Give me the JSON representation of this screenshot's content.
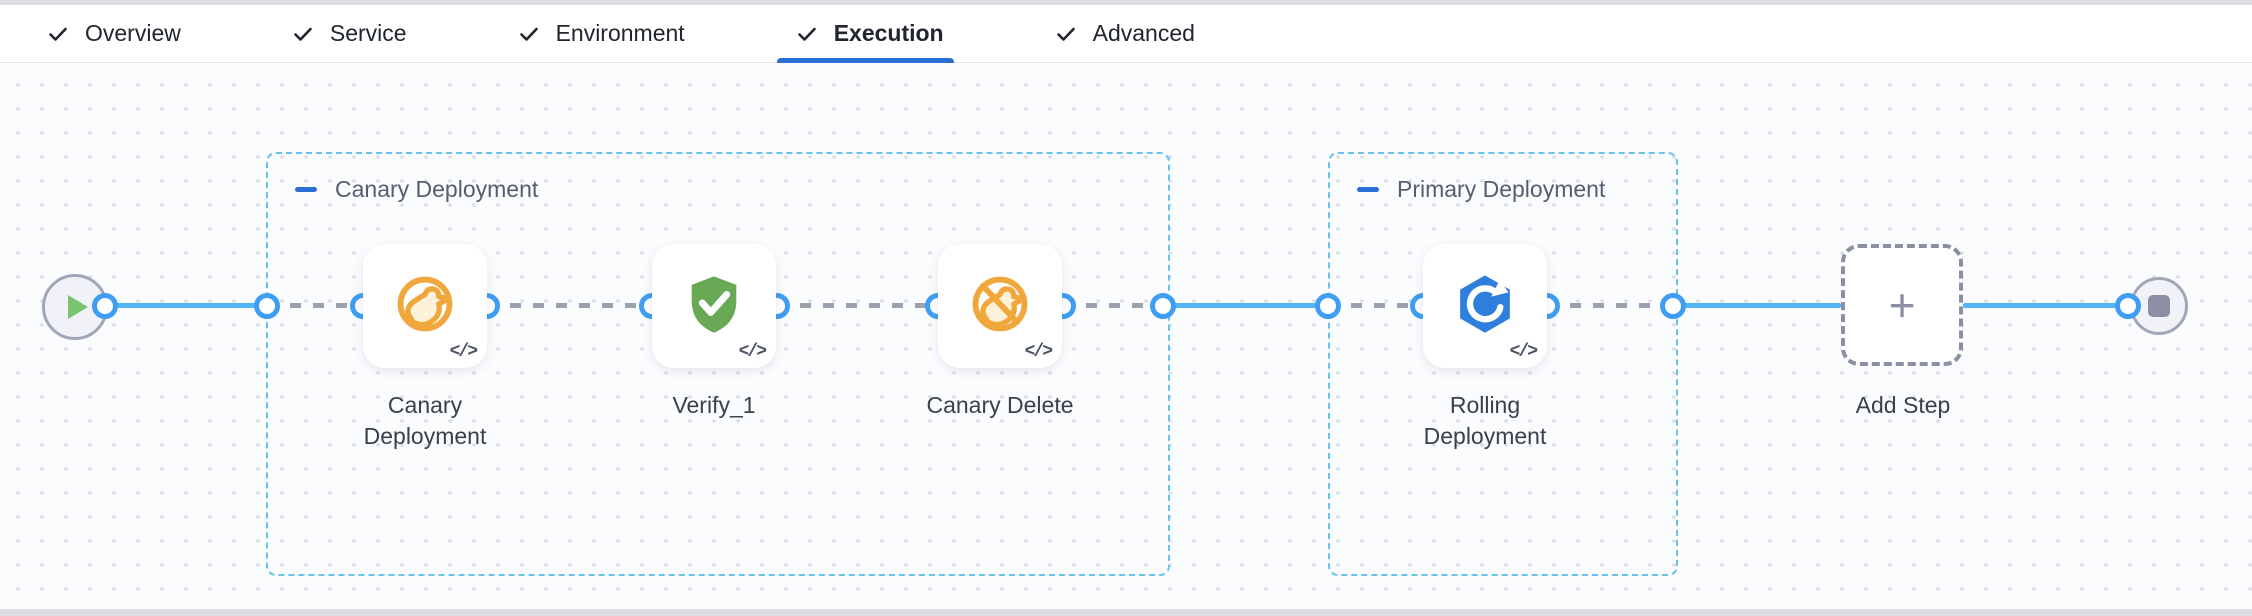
{
  "tabs": {
    "items": [
      {
        "label": "Overview",
        "checked": true,
        "active": false
      },
      {
        "label": "Service",
        "checked": true,
        "active": false
      },
      {
        "label": "Environment",
        "checked": true,
        "active": false
      },
      {
        "label": "Execution",
        "checked": true,
        "active": true
      },
      {
        "label": "Advanced",
        "checked": true,
        "active": false
      }
    ]
  },
  "canvas": {
    "groups": [
      {
        "label": "Canary Deployment"
      },
      {
        "label": "Primary Deployment"
      }
    ],
    "steps": [
      {
        "name": "Canary Deployment",
        "icon": "canary-icon",
        "code_badge": "</>"
      },
      {
        "name": "Verify_1",
        "icon": "verify-shield-icon",
        "code_badge": "</>"
      },
      {
        "name": "Canary Delete",
        "icon": "canary-delete-icon",
        "code_badge": "</>"
      },
      {
        "name": "Rolling Deployment",
        "icon": "rolling-deployment-icon",
        "code_badge": "</>"
      }
    ],
    "add_step": {
      "label": "Add Step",
      "plus": "+"
    },
    "nodes": {
      "start": "play-icon",
      "end": "stop-icon"
    }
  },
  "colors": {
    "accent_blue": "#2b6fd4",
    "connector_blue": "#53b5f6",
    "port_blue": "#3f9ef3",
    "group_border": "#6ac0ee",
    "canary_amber": "#f0a73c",
    "verify_green": "#68a956",
    "rolling_blue": "#2e7edc",
    "play_green": "#7ac470",
    "stop_gray": "#8c90a4"
  }
}
